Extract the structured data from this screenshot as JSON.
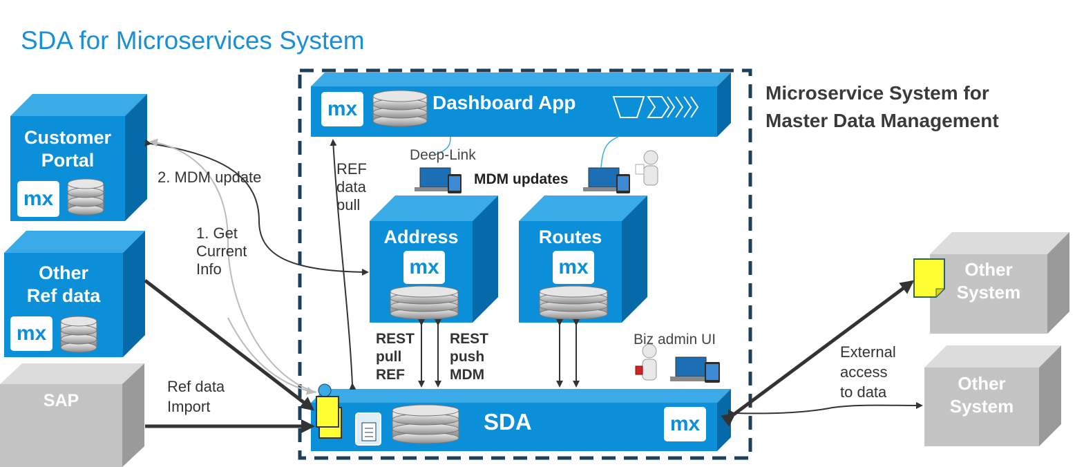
{
  "title": "SDA for Microservices System",
  "system_title_line1": "Microservice System for",
  "system_title_line2": "Master Data Management",
  "nodes": {
    "customer_portal": {
      "line1": "Customer",
      "line2": "Portal",
      "badge": "mx"
    },
    "other_ref_data": {
      "line1": "Other",
      "line2": "Ref data",
      "badge": "mx"
    },
    "sap": {
      "label": "SAP"
    },
    "dashboard": {
      "label": "Dashboard App",
      "badge": "mx"
    },
    "address": {
      "label": "Address",
      "badge": "mx"
    },
    "routes": {
      "label": "Routes",
      "badge": "mx"
    },
    "sda": {
      "label": "SDA",
      "badge": "mx"
    },
    "other_system_1": {
      "line1": "Other",
      "line2": "System"
    },
    "other_system_2": {
      "line1": "Other",
      "line2": "System"
    }
  },
  "edge_labels": {
    "mdm_update": "2. MDM update",
    "get_info": [
      "1. Get",
      "Current",
      "Info"
    ],
    "ref_pull": [
      "REF",
      "data",
      "pull"
    ],
    "deep_link": "Deep-Link",
    "mdm_updates": "MDM updates",
    "rest_pull": [
      "REST",
      "pull",
      "REF"
    ],
    "rest_push": [
      "REST",
      "push",
      "MDM"
    ],
    "biz_admin": "Biz admin UI",
    "ref_import": [
      "Ref data",
      "Import"
    ],
    "external": [
      "External",
      "access",
      "to data"
    ]
  },
  "colors": {
    "blue_front": "#0a8fd8",
    "blue_top": "#3aabe6",
    "blue_side": "#0669a8",
    "grey_front": "#c4c4c4",
    "grey_top": "#dcdcdc",
    "grey_side": "#9a9a9a",
    "dashed": "#1e3f5a",
    "title": "#1a8fd6"
  }
}
